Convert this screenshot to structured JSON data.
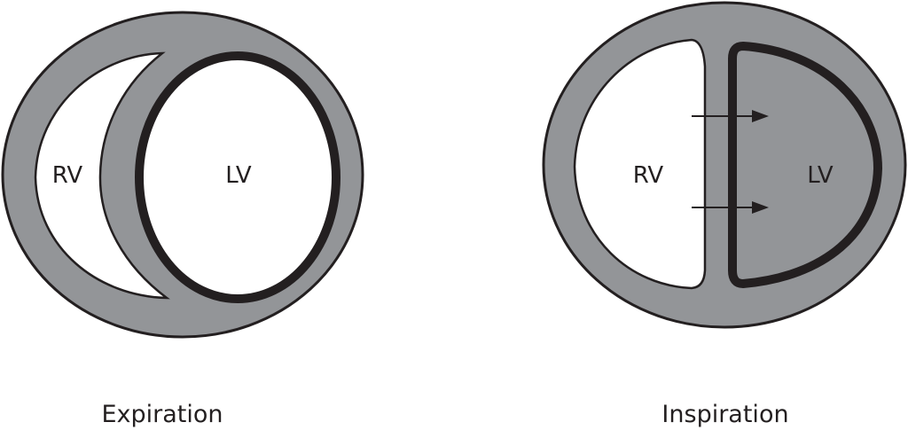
{
  "colors": {
    "myocardium": "#939598",
    "outline": "#231f20",
    "cavity": "#ffffff"
  },
  "panels": [
    {
      "caption": "Expiration",
      "rv_label": "RV",
      "lv_label": "LV"
    },
    {
      "caption": "Inspiration",
      "rv_label": "RV",
      "lv_label": "LV",
      "arrows": 2
    }
  ]
}
